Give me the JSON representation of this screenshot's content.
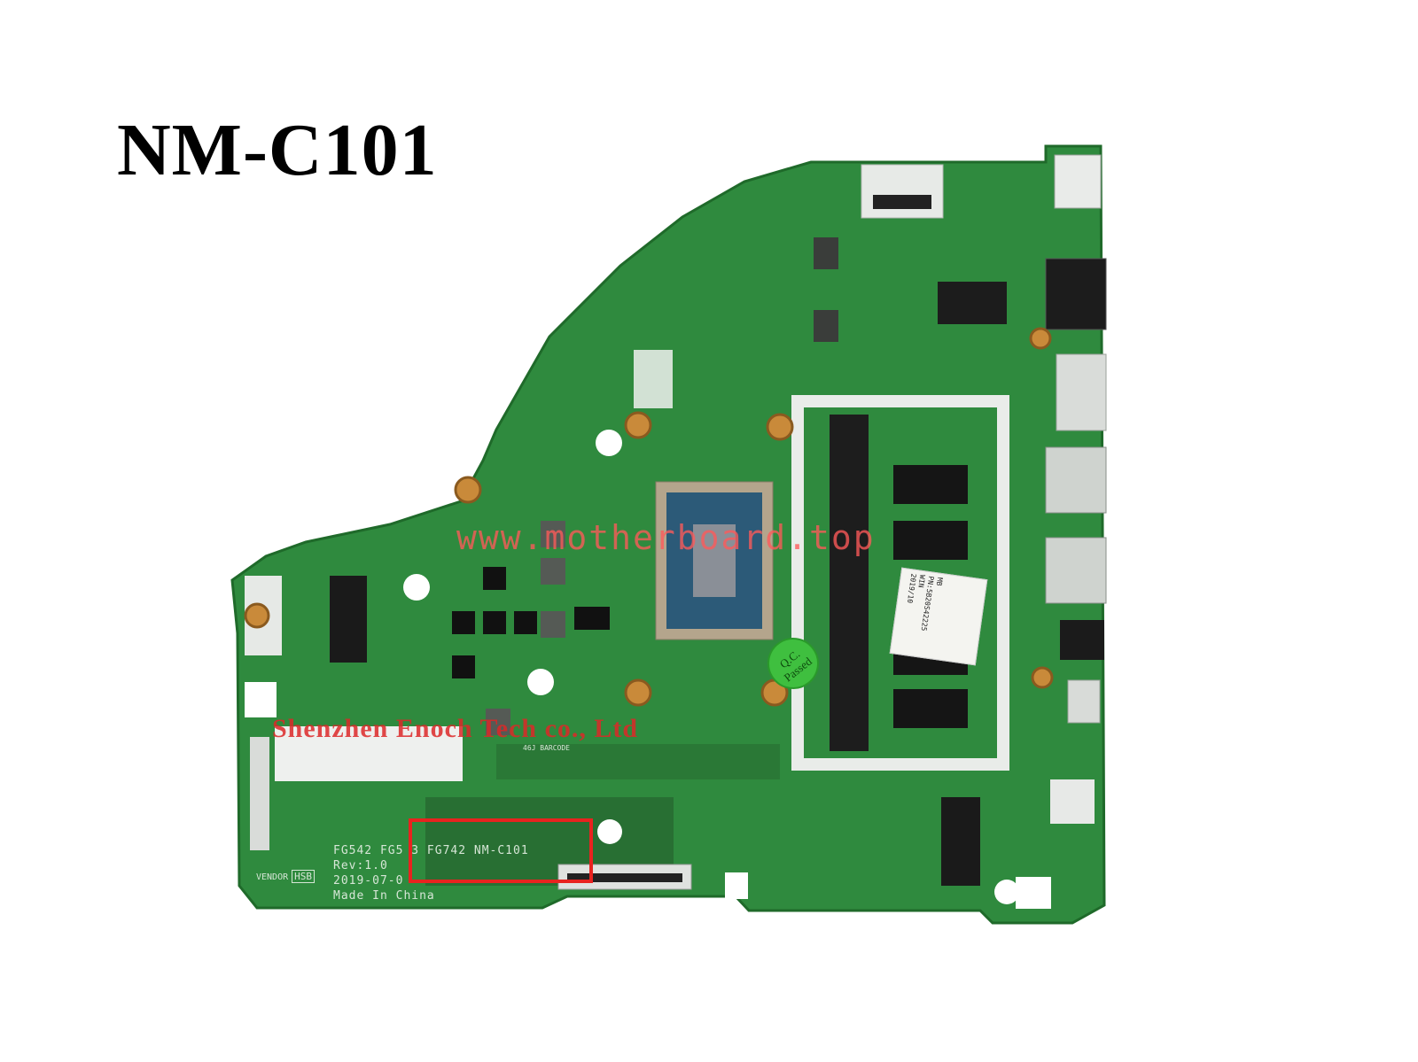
{
  "title": "NM-C101",
  "watermark": {
    "url": "www.motherboard.top",
    "company": "Shenzhen Enoch Tech co., Ltd"
  },
  "silkscreen": {
    "model_line": "FG542 FG5 3 FG742 NM-C101",
    "rev": "Rev:1.0",
    "date": "2019-07-0",
    "origin": "Made In China",
    "vendor_label": "VENDOR",
    "vendor_code": "HSB",
    "barcode_label": "46J BARCODE"
  },
  "qc_sticker": {
    "line1": "Q.C.",
    "line2": "Passed"
  },
  "ram_label": {
    "line1": "MB",
    "line2": "PN:5B20S42225",
    "line3": "WIN",
    "line4": "2019/10"
  },
  "colors": {
    "pcb": "#2f8a3e",
    "pcb_dark": "#23702f",
    "highlight": "#e8231f",
    "shield": "#e8ece8"
  }
}
